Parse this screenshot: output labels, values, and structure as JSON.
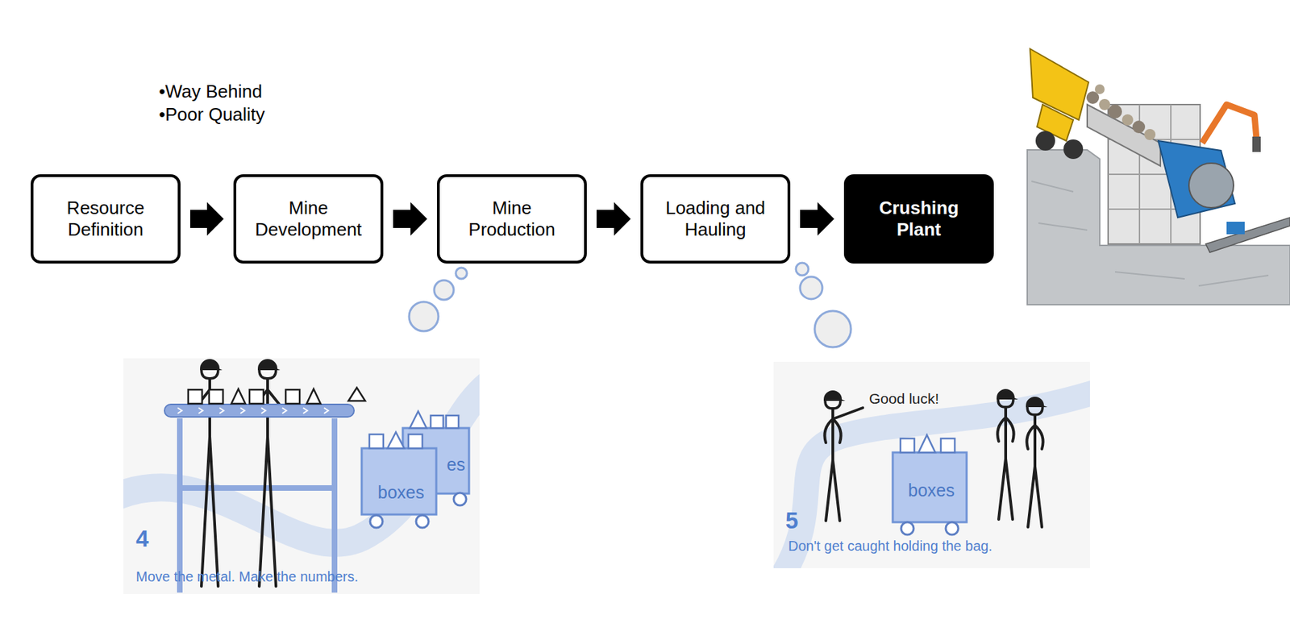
{
  "diagram": {
    "nodes": [
      {
        "text": [
          "•Way Behind",
          "•Poor Quality"
        ]
      },
      {
        "text": [
          "Resource Definition"
        ]
      },
      {
        "text": [
          "Mine Development"
        ]
      },
      {
        "text": [
          "Mine Production"
        ]
      },
      {
        "text": [
          "Loading and Hauling"
        ]
      },
      {
        "text": [
          "Crushing Plant"
        ]
      },
      {
        "text": [
          "4",
          "Move the metal. Make the numbers."
        ]
      },
      {
        "text": [
          "5",
          "Don't get caught holding the bag."
        ]
      }
    ],
    "edges": [
      {
        "from": 1,
        "to": 2,
        "arrow": "to"
      },
      {
        "from": 2,
        "to": 3,
        "arrow": "to"
      },
      {
        "from": 3,
        "to": 4,
        "arrow": "to"
      },
      {
        "from": 4,
        "to": 5,
        "arrow": "to"
      }
    ],
    "labels": [
      "es",
      "boxes",
      "Good luck!",
      "boxes"
    ]
  }
}
